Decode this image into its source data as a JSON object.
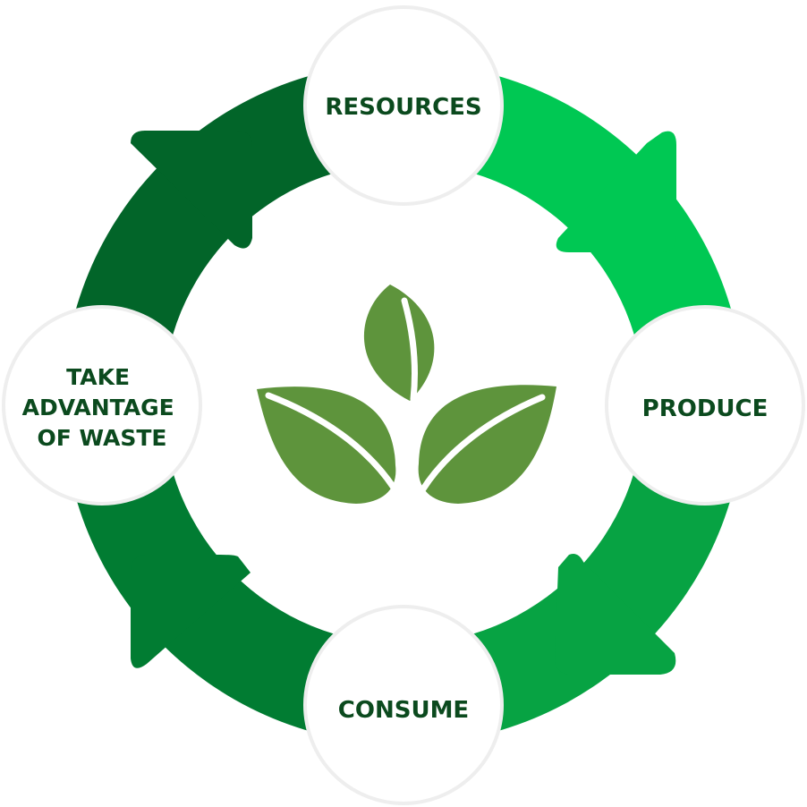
{
  "diagram": {
    "type": "cycle",
    "stages": [
      {
        "id": "resources",
        "lines": [
          "RESOURCES"
        ]
      },
      {
        "id": "produce",
        "lines": [
          "PRODUCE"
        ]
      },
      {
        "id": "consume",
        "lines": [
          "CONSUME"
        ]
      },
      {
        "id": "take-advantage-of-waste",
        "lines": [
          "TAKE",
          "ADVANTAGE",
          "OF WASTE"
        ]
      }
    ],
    "center_icon": "leaves-icon",
    "colors": {
      "arc_top_right": "#00c853",
      "arc_right_bottom": "#07a343",
      "arc_bottom_left": "#017c32",
      "arc_left_top": "#026529",
      "label_text": "#0b4a1e",
      "node_fill": "#ffffff",
      "node_stroke": "#eeeeee",
      "leaf": "#5e943c"
    }
  }
}
